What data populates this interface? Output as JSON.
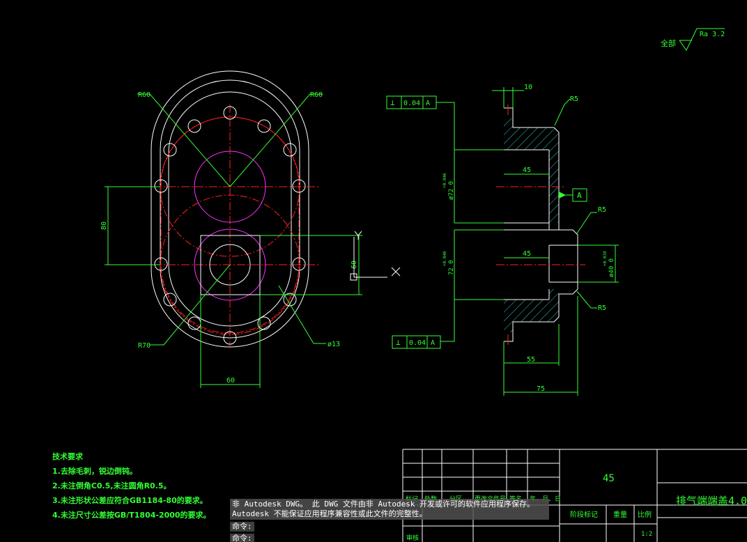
{
  "roughness": {
    "prefix": "全部",
    "value": "Ra 3.2"
  },
  "front_view": {
    "labels": {
      "r60_left": "R60",
      "r60_right": "R60",
      "r70": "R70",
      "dim_80": "80",
      "dim_60_horizontal": "60",
      "dim_60_vertical": "60",
      "hole": "ø13"
    }
  },
  "section_view": {
    "tol_top": {
      "symbol": "⊥",
      "value": "0.04",
      "datum": "A"
    },
    "tol_bottom": {
      "symbol": "⊥",
      "value": "0.04",
      "datum": "A"
    },
    "datum": "A",
    "labels": {
      "dim_10": "10",
      "r5_top": "R5",
      "r5_mid": "R5",
      "r5_bottom": "R5",
      "dim_45_top": "45",
      "dim_45_bottom": "45",
      "dim_55": "55",
      "dim_75": "75",
      "phi72_upper": "ø72 0",
      "phi72_upper_tol": "+0.046",
      "phi72_lower": "72 0",
      "phi72_lower_tol": "+0.046",
      "phi40": "ø40 0",
      "phi40_tol": "+0.039"
    }
  },
  "tech_req": {
    "title": "技术要求",
    "items": [
      "1.去除毛刺，锐边倒钝。",
      "2.未注倒角C0.5,未注圆角R0.5。",
      "3.未注形状公差应符合GB1184-80的要求。",
      "4.未注尺寸公差按GB/T1804-2000的要求。"
    ]
  },
  "title_block": {
    "material": "45",
    "part_name": "排气端端盖4.0",
    "headers": [
      "标记",
      "处数",
      "分区",
      "更改文件号",
      "签名",
      "年、月、日"
    ],
    "stage_label": "阶段标记",
    "weight_label": "重量",
    "scale_label": "比例",
    "scale_value": "1:2",
    "review_label": "审核"
  },
  "command": {
    "message": "非 Autodesk DWG。  此 DWG 文件由非 Autodesk 开发或许可的软件应用程序保存。 Autodesk 不能保证应用程序兼容性或此文件的完整性。",
    "prompt1": "命令:",
    "prompt2": "命令:"
  },
  "colors": {
    "background": "#000000",
    "outline": "#ffffff",
    "centerline": "#ff2020",
    "dimension": "#33ff33",
    "magenta": "#ff33ff",
    "hatch": "#33cccc"
  }
}
